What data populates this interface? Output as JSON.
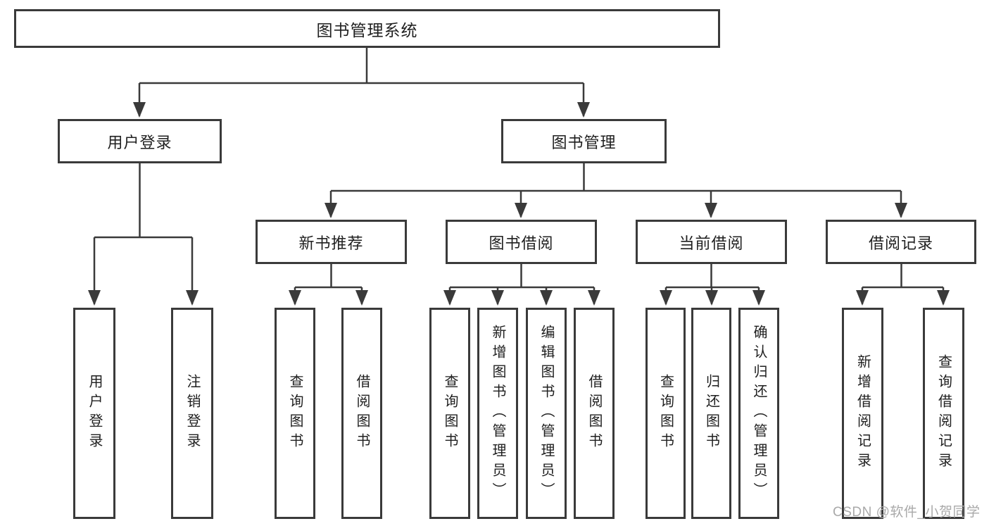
{
  "diagram": {
    "root": {
      "label": "图书管理系统"
    },
    "branches": {
      "user": {
        "label": "用户登录",
        "leaves": [
          "用户登录",
          "注销登录"
        ]
      },
      "book": {
        "label": "图书管理",
        "groups": [
          {
            "label": "新书推荐",
            "leaves": [
              "查询图书",
              "借阅图书"
            ]
          },
          {
            "label": "图书借阅",
            "leaves": [
              "查询图书",
              "新增图书（管理员）",
              "编辑图书（管理员）",
              "借阅图书"
            ]
          },
          {
            "label": "当前借阅",
            "leaves": [
              "查询图书",
              "归还图书",
              "确认归还（管理员）"
            ]
          },
          {
            "label": "借阅记录",
            "leaves": [
              "新增借阅记录",
              "查询借阅记录"
            ]
          }
        ]
      }
    }
  },
  "watermark": {
    "text": "CSDN @软件_小贺同学"
  },
  "colors": {
    "line": "#3a3a3a",
    "box_border": "#3a3a3a",
    "box_fill": "#ffffff",
    "text": "#1f1f1f",
    "watermark": "#a9a9a9",
    "background": "#ffffff"
  }
}
